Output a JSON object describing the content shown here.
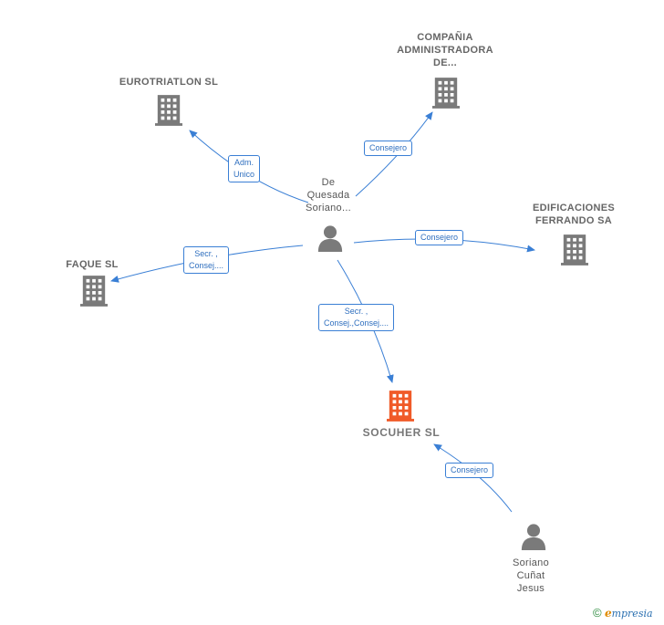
{
  "nodes": {
    "eurotriatlon": {
      "label": "EUROTRIATLON SL"
    },
    "compania": {
      "label_lines": [
        "COMPAÑIA",
        "ADMINISTRADORA",
        "DE..."
      ]
    },
    "edificaciones": {
      "label_lines": [
        "EDIFICACIONES",
        "FERRANDO SA"
      ]
    },
    "faque": {
      "label": "FAQUE SL"
    },
    "socuher": {
      "label": "SOCUHER SL"
    },
    "de_quesada": {
      "label_lines": [
        "De",
        "Quesada",
        "Soriano..."
      ]
    },
    "soriano": {
      "label_lines": [
        "Soriano",
        "Cuñat",
        "Jesus"
      ]
    }
  },
  "edges": {
    "adm_unico": {
      "lines": [
        "Adm.",
        "Unico"
      ]
    },
    "consejero_compania": {
      "lines": [
        "Consejero"
      ]
    },
    "consejero_edificaciones": {
      "lines": [
        "Consejero"
      ]
    },
    "secr_faque": {
      "lines": [
        "Secr. ,",
        "Consej...."
      ]
    },
    "secr_socuher": {
      "lines": [
        "Secr. ,",
        "Consej.,Consej...."
      ]
    },
    "consejero_socuher": {
      "lines": [
        "Consejero"
      ]
    }
  },
  "colors": {
    "company_icon": "#7a7a7a",
    "focus_icon": "#f05a28",
    "person_icon": "#7a7a7a",
    "edge": "#3a7fd5"
  },
  "icons": {
    "company": "building-icon",
    "person": "person-icon"
  },
  "brand": {
    "copyright": "©",
    "e": "e",
    "rest": "mpresia"
  }
}
